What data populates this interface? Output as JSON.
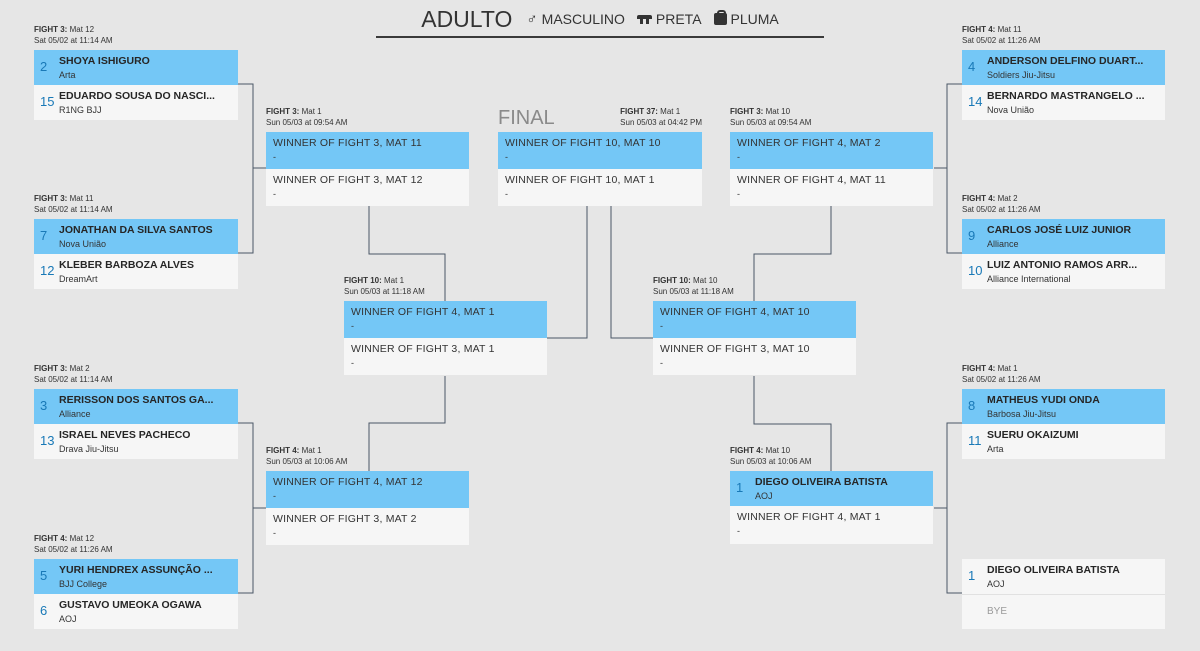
{
  "header": {
    "age": "ADULTO",
    "gender": "MASCULINO",
    "belt": "PRETA",
    "weight": "PLUMA",
    "gender_icon": "male-icon",
    "belt_icon": "belt-icon",
    "weight_icon": "weight-bag-icon"
  },
  "colors": {
    "highlight": "#74c7f6",
    "seed": "#1979b7",
    "background": "#e6e6e6"
  },
  "final_label": "FINAL",
  "matches": [
    {
      "id": "r1-left-1",
      "title": "FIGHT 3:",
      "mat": "Mat 12",
      "date": "Sat 05/02 at 11:14 AM",
      "slots": [
        {
          "seed": "2",
          "name": "SHOYA ISHIGURO",
          "team": "Arta"
        },
        {
          "seed": "15",
          "name": "EDUARDO SOUSA DO NASCI...",
          "team": "R1NG BJJ"
        }
      ]
    },
    {
      "id": "r1-left-2",
      "title": "FIGHT 3:",
      "mat": "Mat 11",
      "date": "Sat 05/02 at 11:14 AM",
      "slots": [
        {
          "seed": "7",
          "name": "JONATHAN DA SILVA SANTOS",
          "team": "Nova União"
        },
        {
          "seed": "12",
          "name": "KLEBER BARBOZA ALVES",
          "team": "DreamArt"
        }
      ]
    },
    {
      "id": "r1-left-3",
      "title": "FIGHT 3:",
      "mat": "Mat 2",
      "date": "Sat 05/02 at 11:14 AM",
      "slots": [
        {
          "seed": "3",
          "name": "RERISSON DOS SANTOS GA...",
          "team": "Alliance"
        },
        {
          "seed": "13",
          "name": "ISRAEL NEVES PACHECO",
          "team": "Drava Jiu-Jitsu"
        }
      ]
    },
    {
      "id": "r1-left-4",
      "title": "FIGHT 4:",
      "mat": "Mat 12",
      "date": "Sat 05/02 at 11:26 AM",
      "slots": [
        {
          "seed": "5",
          "name": "YURI HENDREX ASSUNÇÃO ...",
          "team": "BJJ College"
        },
        {
          "seed": "6",
          "name": "GUSTAVO UMEOKA OGAWA",
          "team": "AOJ"
        }
      ]
    },
    {
      "id": "r2-left-1",
      "title": "FIGHT 3:",
      "mat": "Mat 1",
      "date": "Sun 05/03 at 09:54 AM",
      "slots": [
        {
          "winner": "WINNER OF FIGHT 3, MAT 11",
          "dash": "-"
        },
        {
          "winner": "WINNER OF FIGHT 3, MAT 12",
          "dash": "-"
        }
      ]
    },
    {
      "id": "r2-left-2",
      "title": "FIGHT 4:",
      "mat": "Mat 1",
      "date": "Sun 05/03 at 10:06 AM",
      "slots": [
        {
          "winner": "WINNER OF FIGHT 4, MAT 12",
          "dash": "-"
        },
        {
          "winner": "WINNER OF FIGHT 3, MAT 2",
          "dash": "-"
        }
      ]
    },
    {
      "id": "semi-left",
      "title": "FIGHT 10:",
      "mat": "Mat 1",
      "date": "Sun 05/03 at 11:18 AM",
      "slots": [
        {
          "winner": "WINNER OF FIGHT 4, MAT 1",
          "dash": "-"
        },
        {
          "winner": "WINNER OF FIGHT 3, MAT 1",
          "dash": "-"
        }
      ]
    },
    {
      "id": "final",
      "title": "FIGHT 37:",
      "mat": "Mat 1",
      "date": "Sun 05/03 at 04:42 PM",
      "slots": [
        {
          "winner": "WINNER OF FIGHT 10, MAT 10",
          "dash": "-"
        },
        {
          "winner": "WINNER OF FIGHT 10, MAT 1",
          "dash": "-"
        }
      ]
    },
    {
      "id": "semi-right",
      "title": "FIGHT 10:",
      "mat": "Mat 10",
      "date": "Sun 05/03 at 11:18 AM",
      "slots": [
        {
          "winner": "WINNER OF FIGHT 4, MAT 10",
          "dash": "-"
        },
        {
          "winner": "WINNER OF FIGHT 3, MAT 10",
          "dash": "-"
        }
      ]
    },
    {
      "id": "r2-right-1",
      "title": "FIGHT 3:",
      "mat": "Mat 10",
      "date": "Sun 05/03 at 09:54 AM",
      "slots": [
        {
          "winner": "WINNER OF FIGHT 4, MAT 2",
          "dash": "-"
        },
        {
          "winner": "WINNER OF FIGHT 4, MAT 11",
          "dash": "-"
        }
      ]
    },
    {
      "id": "r2-right-2",
      "title": "FIGHT 4:",
      "mat": "Mat 10",
      "date": "Sun 05/03 at 10:06 AM",
      "slots": [
        {
          "seed": "1",
          "name": "DIEGO OLIVEIRA BATISTA",
          "team": "AOJ"
        },
        {
          "winner": "WINNER OF FIGHT 4, MAT 1",
          "dash": "-"
        }
      ]
    },
    {
      "id": "r1-right-1",
      "title": "FIGHT 4:",
      "mat": "Mat 11",
      "date": "Sat 05/02 at 11:26 AM",
      "slots": [
        {
          "seed": "4",
          "name": "ANDERSON DELFINO DUART...",
          "team": "Soldiers Jiu-Jitsu"
        },
        {
          "seed": "14",
          "name": "BERNARDO MASTRANGELO ...",
          "team": "Nova União"
        }
      ]
    },
    {
      "id": "r1-right-2",
      "title": "FIGHT 4:",
      "mat": "Mat 2",
      "date": "Sat 05/02 at 11:26 AM",
      "slots": [
        {
          "seed": "9",
          "name": "CARLOS JOSÉ LUIZ JUNIOR",
          "team": "Alliance"
        },
        {
          "seed": "10",
          "name": "LUIZ ANTONIO RAMOS ARR...",
          "team": "Alliance International"
        }
      ]
    },
    {
      "id": "r1-right-3",
      "title": "FIGHT 4:",
      "mat": "Mat 1",
      "date": "Sat 05/02 at 11:26 AM",
      "slots": [
        {
          "seed": "8",
          "name": "MATHEUS YUDI ONDA",
          "team": "Barbosa Jiu-Jitsu"
        },
        {
          "seed": "11",
          "name": "SUERU OKAIZUMI",
          "team": "Arta"
        }
      ]
    },
    {
      "id": "r1-right-4-bye",
      "slots": [
        {
          "seed": "1",
          "name": "DIEGO OLIVEIRA BATISTA",
          "team": "AOJ"
        },
        {
          "bye": "BYE"
        }
      ]
    }
  ]
}
